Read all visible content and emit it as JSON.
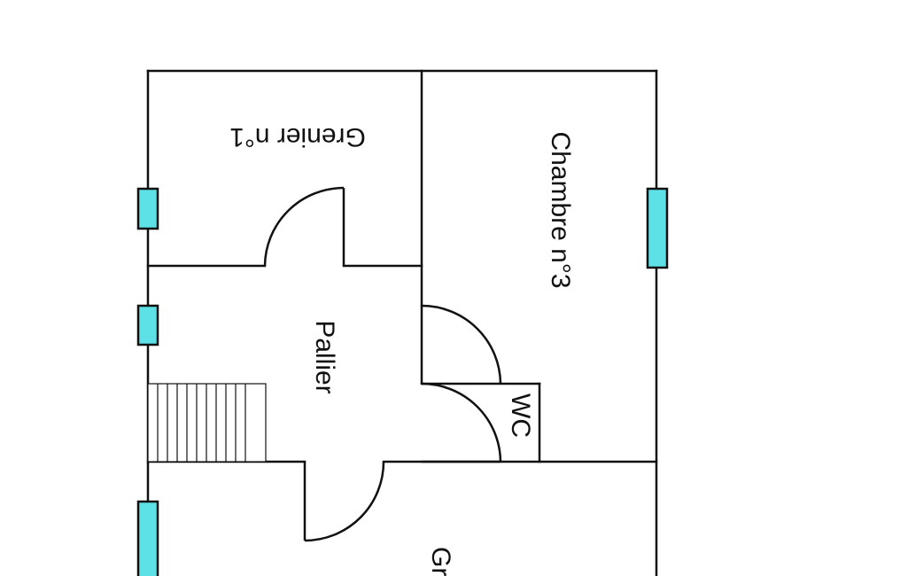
{
  "rooms": {
    "grenier1": "Grenier n°1",
    "chambre3": "Chambre n°3",
    "pallier": "Pallier",
    "wc": "WC",
    "grenier_bottom": "Gr"
  },
  "colors": {
    "window_fill": "#5de0e6",
    "wall": "#111111",
    "background": "#ffffff"
  }
}
